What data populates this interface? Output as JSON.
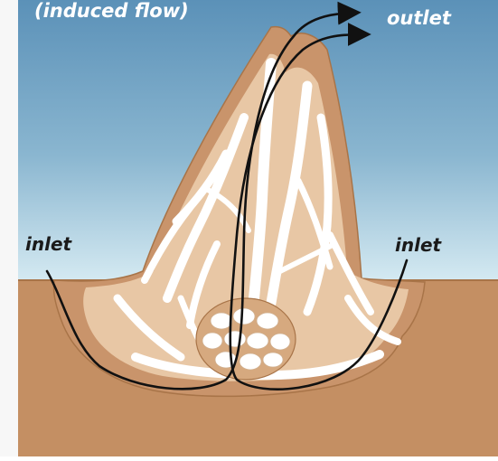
{
  "labels": {
    "top_left": "(induced flow)",
    "outlet": "outlet",
    "inlet_left": "inlet",
    "inlet_right": "inlet"
  },
  "colors": {
    "sky_top": "#5b91b8",
    "sky_bottom": "#cfe6ef",
    "ground": "#c48f63",
    "ground_edge": "#a87448",
    "mound_outer": "#c9946b",
    "mound_inner": "#e8c7a5",
    "tunnels": "#ffffff",
    "arrows": "#111111"
  }
}
